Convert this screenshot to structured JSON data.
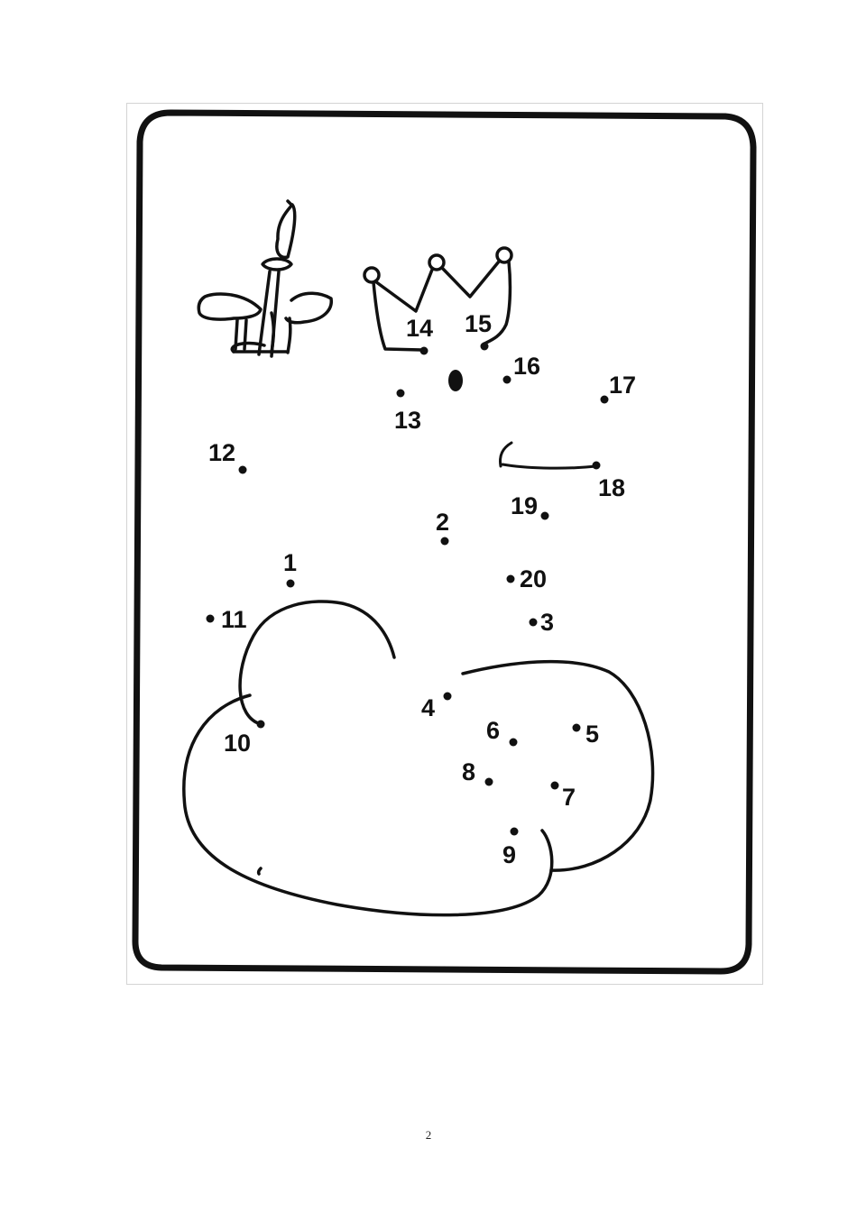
{
  "page": {
    "number": "2"
  },
  "puzzle": {
    "dots": [
      {
        "n": "1"
      },
      {
        "n": "2"
      },
      {
        "n": "3"
      },
      {
        "n": "4"
      },
      {
        "n": "5"
      },
      {
        "n": "6"
      },
      {
        "n": "7"
      },
      {
        "n": "8"
      },
      {
        "n": "9"
      },
      {
        "n": "10"
      },
      {
        "n": "11"
      },
      {
        "n": "12"
      },
      {
        "n": "13"
      },
      {
        "n": "14"
      },
      {
        "n": "15"
      },
      {
        "n": "16"
      },
      {
        "n": "17"
      },
      {
        "n": "18"
      },
      {
        "n": "19"
      },
      {
        "n": "20"
      }
    ]
  },
  "colors": {
    "ink": "#111111",
    "paper": "#ffffff"
  }
}
